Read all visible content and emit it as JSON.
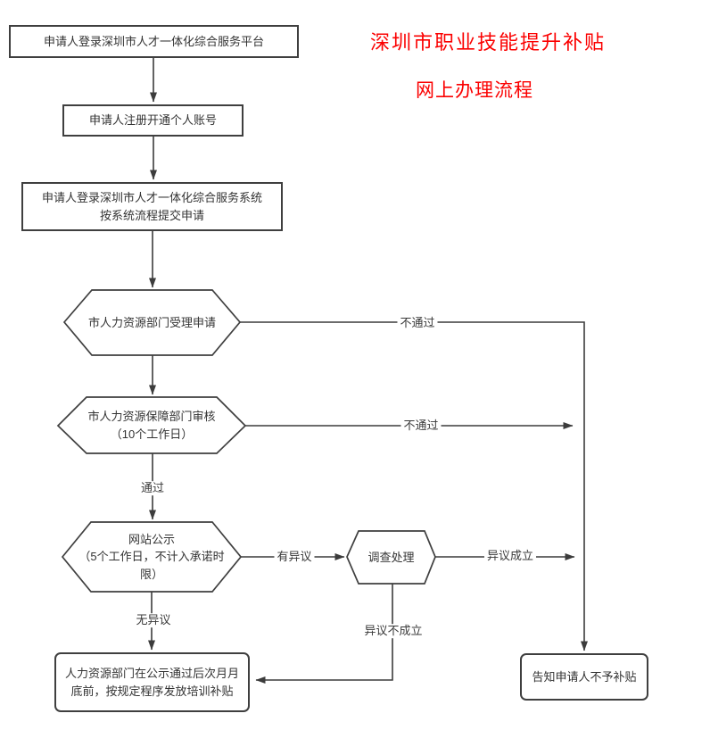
{
  "title": {
    "line1": "深圳市职业技能提升补贴",
    "line2": "网上办理流程"
  },
  "nodes": {
    "login_platform": {
      "text": "申请人登录深圳市人才一体化综合服务平台"
    },
    "register_account": {
      "text": "申请人注册开通个人账号"
    },
    "login_submit": {
      "text": "申请人登录深圳市人才一体化综合服务系统\n按系统流程提交申请"
    },
    "accept_application": {
      "text": "市人力资源部门受理申请"
    },
    "review": {
      "text": "市人力资源保障部门审核\n（10个工作日）"
    },
    "publicity": {
      "text": "网站公示\n（5个工作日，不计入承诺时\n限）"
    },
    "investigate": {
      "text": "调查处理"
    },
    "grant_subsidy": {
      "text": "人力资源部门在公示通过后次月月\n底前，按规定程序发放培训补贴"
    },
    "deny_subsidy": {
      "text": "告知申请人不予补贴"
    }
  },
  "edge_labels": {
    "fail1": "不通过",
    "fail2": "不通过",
    "pass": "通过",
    "objection": "有异议",
    "objection_upheld": "异议成立",
    "objection_rejected": "异议不成立",
    "no_objection": "无异议"
  },
  "colors": {
    "line": "#3c3c3c",
    "node_border": "#3f3f3f",
    "text": "#333333",
    "title_red": "#fb0000",
    "background": "#ffffff"
  }
}
